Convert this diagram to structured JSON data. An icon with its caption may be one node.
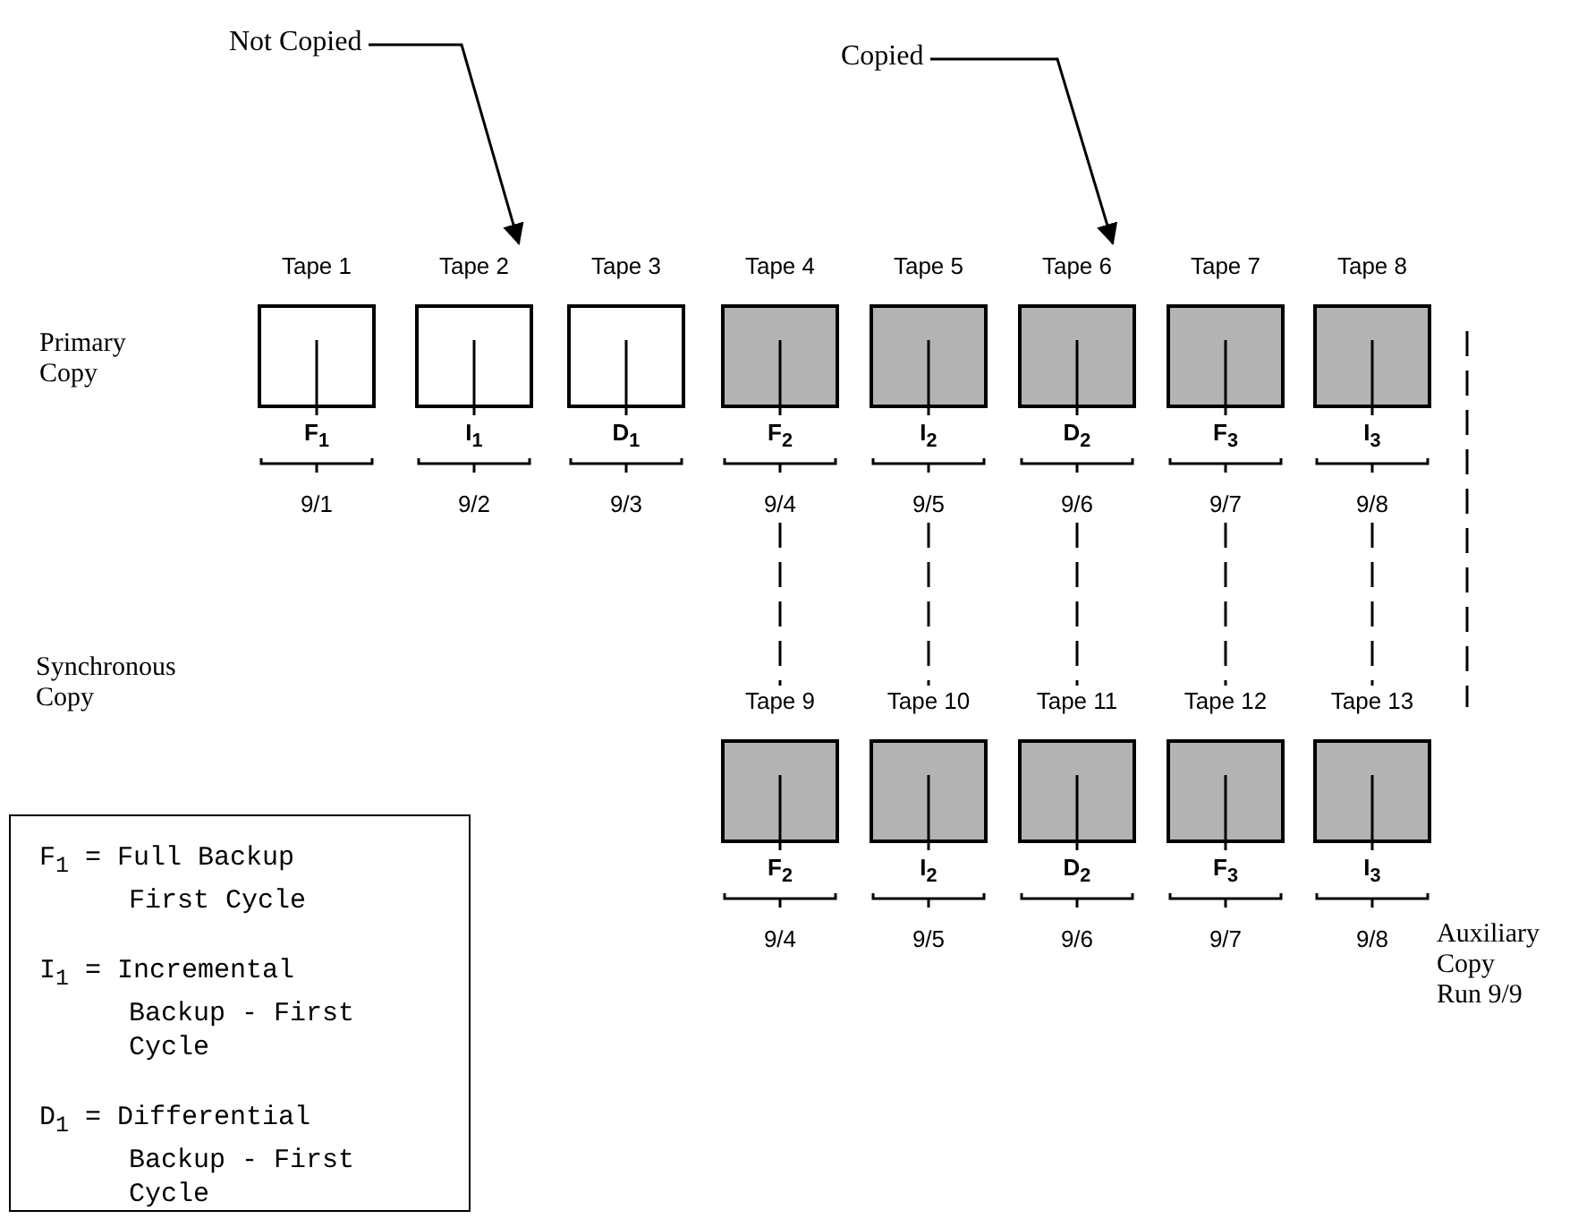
{
  "diagram": {
    "nodes": [
      {
        "text": [
          "Tape 1",
          "F$_{1}$"
        ],
        "beside": [
          "9/1"
        ]
      },
      {
        "text": [
          "Tape 2",
          "I$_{1}$"
        ],
        "beside": [
          "9/2"
        ]
      },
      {
        "text": [
          "Tape 3",
          "D$_{1}$"
        ],
        "beside": [
          "9/3"
        ]
      },
      {
        "text": [
          "Tape 4",
          "F$_{2}$"
        ],
        "beside": [
          "9/4"
        ]
      },
      {
        "text": [
          "Tape 5",
          "I$_{2}$"
        ],
        "beside": [
          "9/5"
        ]
      },
      {
        "text": [
          "Tape 6",
          "D$_{2}$"
        ],
        "beside": [
          "9/6"
        ]
      },
      {
        "text": [
          "Tape 7",
          "F$_{3}$"
        ],
        "beside": [
          "9/7"
        ]
      },
      {
        "text": [
          "Tape 8",
          "I$_{3}$"
        ],
        "beside": [
          "9/8"
        ]
      },
      {
        "text": [
          "Tape 9",
          "F$_{2}$"
        ],
        "beside": [
          "9/4"
        ]
      },
      {
        "text": [
          "Tape 10",
          "I$_{2}$"
        ],
        "beside": [
          "9/5"
        ]
      },
      {
        "text": [
          "Tape 11",
          "D$_{2}$"
        ],
        "beside": [
          "9/6"
        ]
      },
      {
        "text": [
          "Tape 12",
          "F$_{3}$"
        ],
        "beside": [
          "9/7"
        ]
      },
      {
        "text": [
          "Tape 13",
          "I$_{3}$"
        ],
        "beside": [
          "9/8"
        ]
      },
      {
        "text": [
          "Not Copied"
        ]
      },
      {
        "text": [
          "Copied"
        ]
      },
      {
        "text": [
          "F$_{1}$ = Full Backup First Cycle",
          "I$_{1}$ = Incremental Backup - First Cycle",
          "D$_{1}$ = Differential Backup - First Cycle"
        ]
      }
    ],
    "edges": [
      {
        "from": 13,
        "to": 1,
        "arrow": "to"
      },
      {
        "from": 14,
        "to": 5,
        "arrow": "to"
      },
      {
        "from": 3,
        "to": 8,
        "arrow": "none",
        "style": "dashed"
      },
      {
        "from": 4,
        "to": 9,
        "arrow": "none",
        "style": "dashed"
      },
      {
        "from": 5,
        "to": 10,
        "arrow": "none",
        "style": "dashed"
      },
      {
        "from": 6,
        "to": 11,
        "arrow": "none",
        "style": "dashed"
      },
      {
        "from": 7,
        "to": 12,
        "arrow": "none",
        "style": "dashed"
      }
    ],
    "labels": [
      "Primary Copy",
      "Synchronous Copy",
      "Auxiliary Copy Run 9/9"
    ]
  }
}
